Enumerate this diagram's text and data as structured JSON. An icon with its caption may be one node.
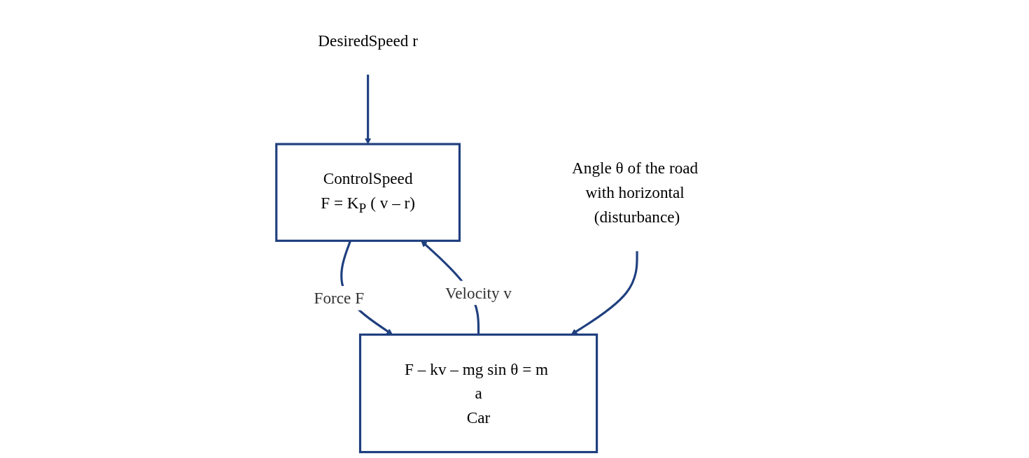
{
  "diagram": {
    "nodes": [
      {
        "text": [
          "ControlSpeed",
          "F  = K$_{P}$ ( v – r)"
        ]
      },
      {
        "text": [
          "F – kv – mg sin θ = m a",
          "Car"
        ]
      },
      {
        "text": [
          "DesiredSpeed r"
        ]
      },
      {
        "text": [
          "Angle θ of the road with horizontal (disturbance)"
        ]
      }
    ],
    "edges": [
      {
        "from": 0,
        "to": 1,
        "arrow": "to",
        "label": "Force F"
      },
      {
        "from": 1,
        "to": 0,
        "arrow": "to",
        "label": "Velocity v"
      },
      {
        "from": 2,
        "to": 0,
        "arrow": "to"
      },
      {
        "from": 3,
        "to": 1,
        "arrow": "to"
      }
    ]
  }
}
